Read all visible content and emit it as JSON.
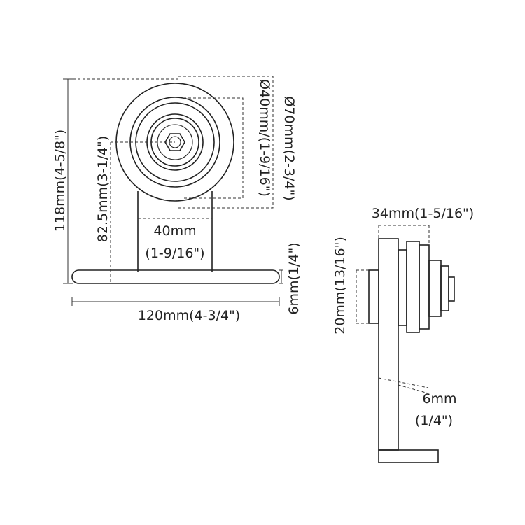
{
  "front_view": {
    "total_height": "118mm(4-5/8\")",
    "axle_height": "82.5mm(3-1/4\")",
    "inner_diameter": "Ø40mm/(1-9/16\")",
    "outer_diameter": "Ø70mm(2-3/4\")",
    "stem_width_mm": "40mm",
    "stem_width_in": "(1-9/16\")",
    "plate_thickness": "6mm(1/4\")",
    "plate_length": "120mm(4-3/4\")"
  },
  "side_view": {
    "wheel_width": "34mm(1-5/16\")",
    "hub_width": "20mm(13/16\")",
    "bracket_thickness_mm": "6mm",
    "bracket_thickness_in": "(1/4\")"
  }
}
